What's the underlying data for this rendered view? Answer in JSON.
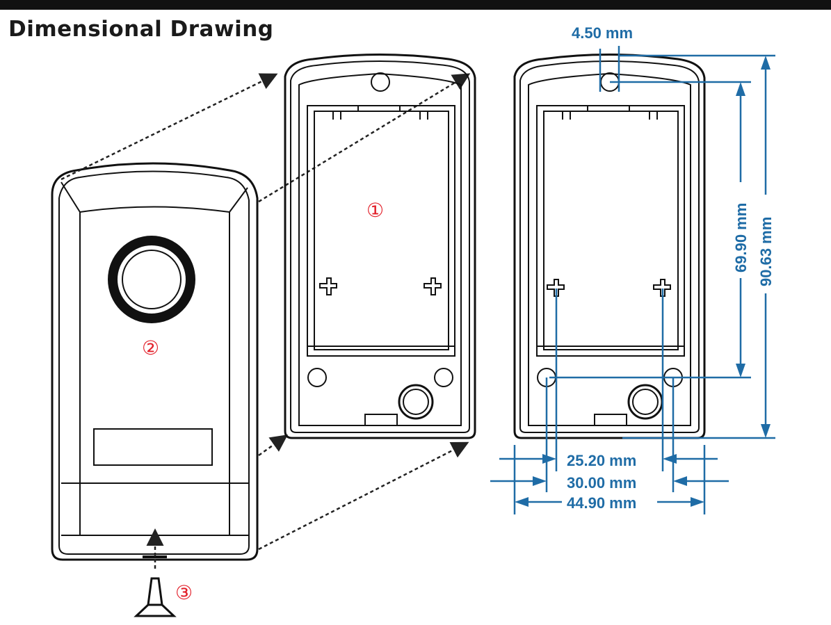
{
  "title": "Dimensional Drawing",
  "callouts": {
    "c1": "①",
    "c2": "②",
    "c3": "③"
  },
  "dimensions": {
    "hole_offset": "4.50 mm",
    "hole_vertical": "69.90 mm",
    "total_height": "90.63 mm",
    "inner_hole_spacing": "25.20 mm",
    "hole_spacing": "30.00 mm",
    "total_width": "44.90 mm"
  },
  "colors": {
    "dimension": "#1f6ca6",
    "callout": "#e2202a",
    "outline": "#111111"
  }
}
